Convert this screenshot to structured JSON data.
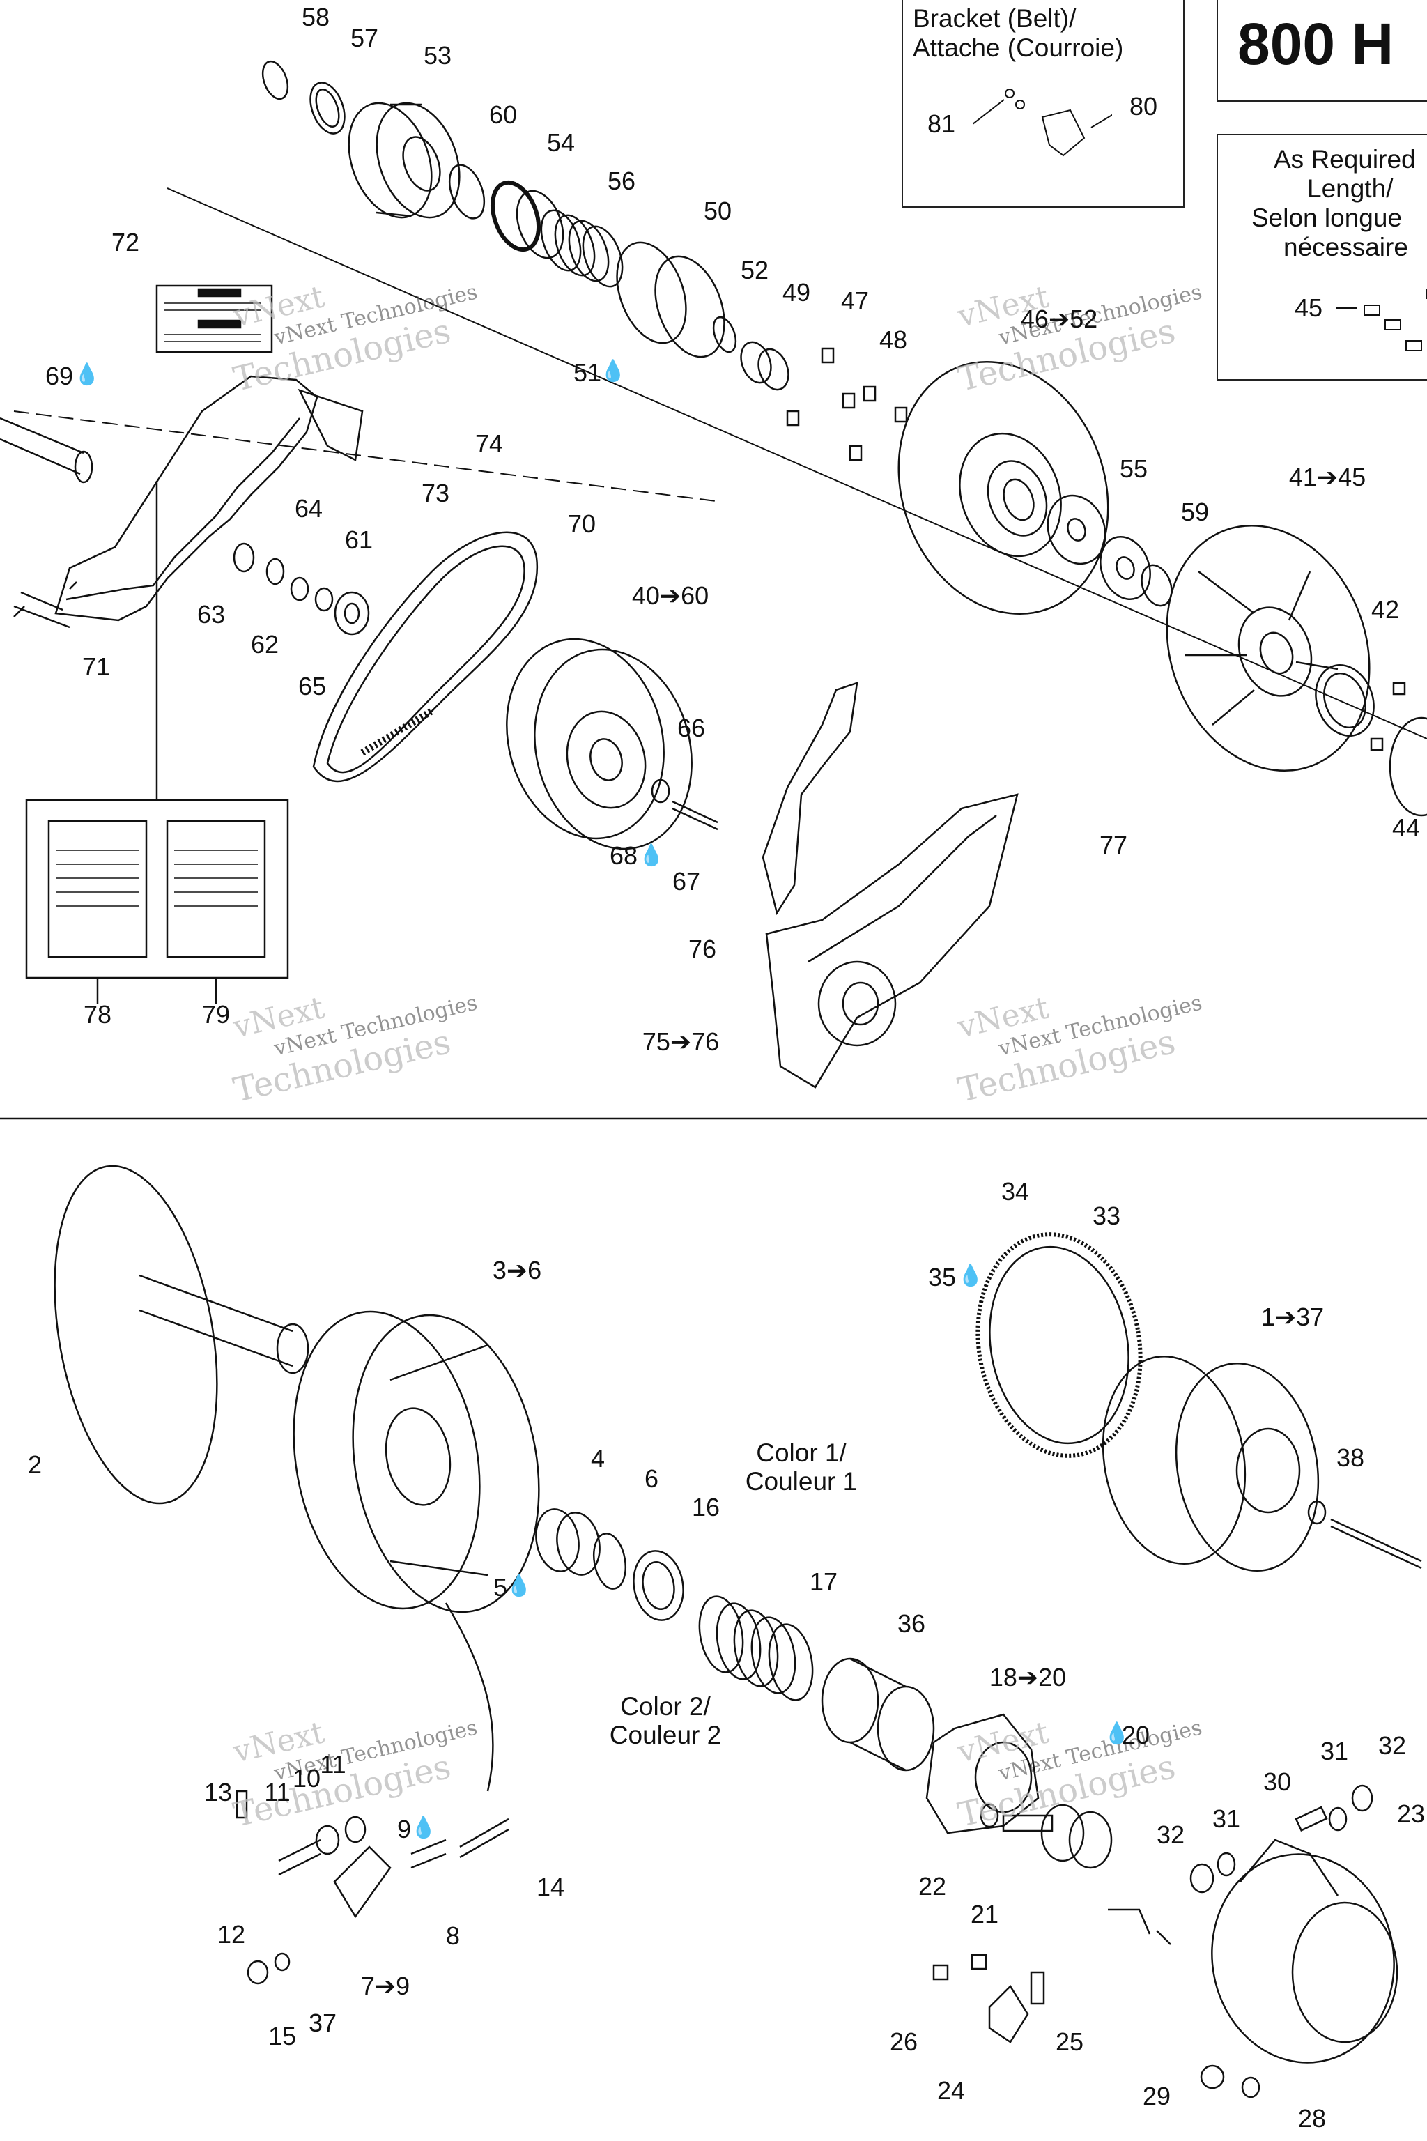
{
  "title": "800 H",
  "box_bracket": {
    "line1": "Bracket (Belt)/",
    "line2": "Attache (Courroie)",
    "labels": [
      "81",
      "80"
    ]
  },
  "box_as_required": {
    "line1": "As Required",
    "line2": "Length/",
    "line3": "Selon longue",
    "line4": "nécessaire",
    "label": "45"
  },
  "color_note_top": {
    "line1": "Color 1/",
    "line2": "Couleur 1"
  },
  "color_note_bottom": {
    "line1": "Color 2/",
    "line2": "Couleur 2"
  },
  "watermark": {
    "brand": "vNext",
    "line2": "vNext Technologies",
    "line3": "Technologies"
  },
  "callouts": {
    "c58": "58",
    "c57": "57",
    "c53": "53",
    "c60": "60",
    "c54": "54",
    "c56": "56",
    "c50": "50",
    "c52": "52",
    "c49": "49",
    "c47": "47",
    "c48": "48",
    "c46_52": "46➔52",
    "c51": "51",
    "c72": "72",
    "c69": "69",
    "c74": "74",
    "c73": "73",
    "c55": "55",
    "c59": "59",
    "c41_45": "41➔45",
    "c42": "42",
    "c64": "64",
    "c61": "61",
    "c70": "70",
    "c40_60": "40➔60",
    "c63": "63",
    "c62": "62",
    "c71": "71",
    "c65": "65",
    "c66": "66",
    "c68": "68",
    "c67": "67",
    "c77": "77",
    "c76": "76",
    "c44": "44",
    "c78": "78",
    "c79": "79",
    "c75_76": "75➔76",
    "c34": "34",
    "c33": "33",
    "c35": "35",
    "c3_6": "3➔6",
    "c1_37": "1➔37",
    "c2": "2",
    "c4": "4",
    "c6": "6",
    "c16": "16",
    "c38": "38",
    "c5": "5",
    "c17": "17",
    "c36": "36",
    "c18_20": "18➔20",
    "c20": "20",
    "c13": "13",
    "c11a": "11",
    "c10": "10",
    "c11b": "11",
    "c9": "9",
    "c14": "14",
    "c12": "12",
    "c8": "8",
    "c7_9": "7➔9",
    "c15": "15",
    "c37": "37",
    "c31a": "31",
    "c32a": "32",
    "c30": "30",
    "c23": "23",
    "c32b": "32",
    "c31b": "31",
    "c22": "22",
    "c21": "21",
    "c26": "26",
    "c25": "25",
    "c24": "24",
    "c29": "29",
    "c28": "28"
  }
}
